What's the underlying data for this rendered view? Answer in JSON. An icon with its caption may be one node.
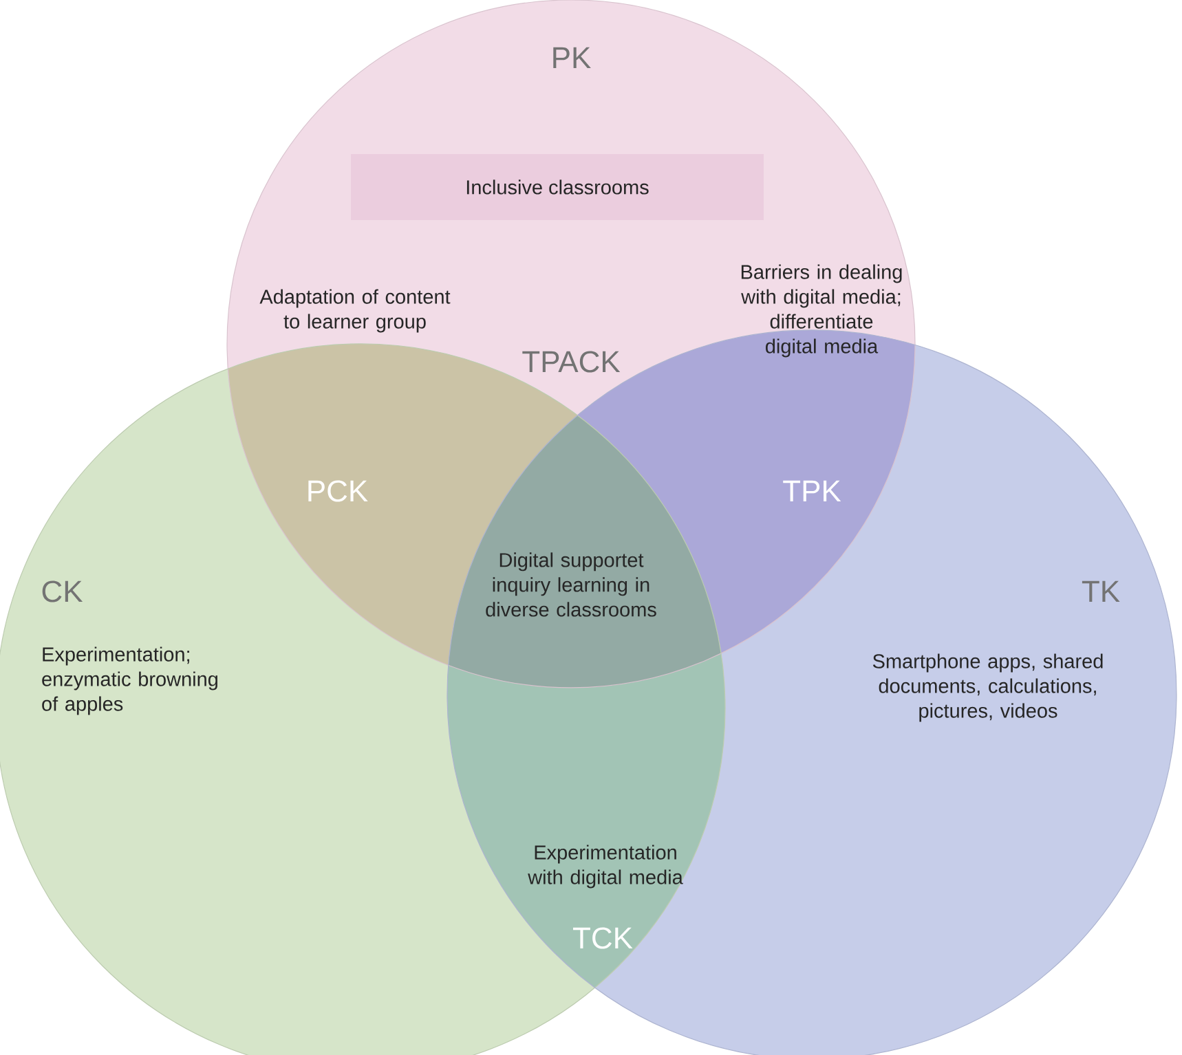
{
  "diagram": {
    "nodes": [
      {
        "text": [
          "PK"
        ]
      },
      {
        "text": [
          "Inclusive classrooms"
        ],
        "in": 0
      },
      {
        "text": [
          "CK",
          "Experimentation; enzymatic browning of apples"
        ]
      },
      {
        "text": [
          "TK",
          "Smartphone apps, shared documents, calculations, pictures, videos"
        ]
      }
    ],
    "labels": [
      "Adaptation of content to learner group",
      "Barriers in dealing with digital media; differentiate digital media",
      "TPACK",
      "PCK",
      "TPK",
      "Digital supportet inquiry learning in diverse classrooms",
      "Experimentation with digital media",
      "TCK"
    ]
  }
}
